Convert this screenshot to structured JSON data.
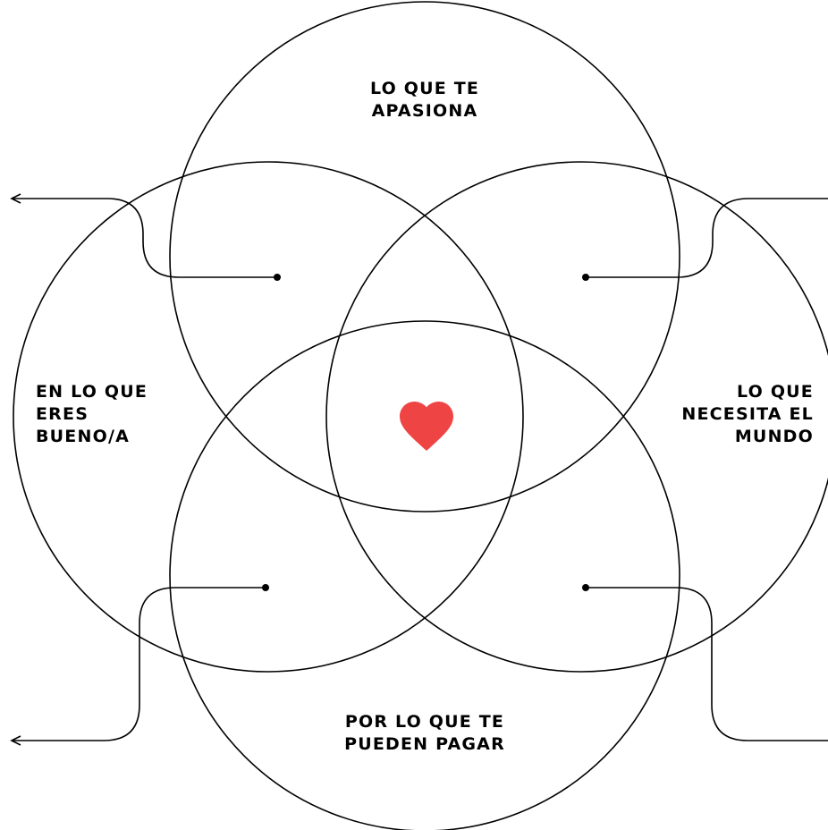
{
  "diagram": {
    "labels": {
      "top": [
        "LO QUE TE",
        "APASIONA"
      ],
      "left": [
        "EN LO QUE",
        "ERES",
        "BUENO/A"
      ],
      "right": [
        "LO QUE",
        "NECESITA EL",
        "MUNDO"
      ],
      "bottom": [
        "POR LO QUE TE",
        "PUEDEN PAGAR"
      ]
    },
    "center_icon": "heart-icon",
    "colors": {
      "line": "#000000",
      "heart": "#ef4444",
      "background": "#ffffff"
    }
  }
}
